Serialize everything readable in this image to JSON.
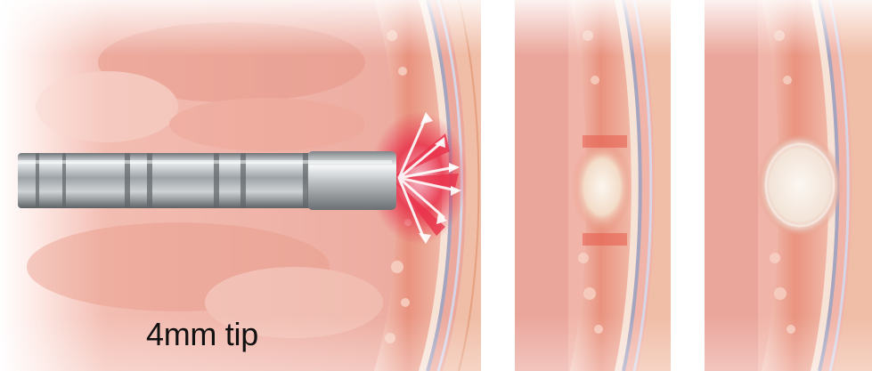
{
  "illustration": {
    "label": "4mm tip",
    "panels": [
      "catheter-contact",
      "lesion-forming",
      "lesion-formed"
    ]
  },
  "colors": {
    "tissue": "#efb1a6",
    "tissue_dark": "#e0806f",
    "wall_band": "#f2c4a4",
    "membrane": "#c9c6d8",
    "catheter_metal": "#b9bcbf",
    "lesion_core": "#f4efe9",
    "energy": "#e8324b",
    "background": "#ffffff"
  }
}
